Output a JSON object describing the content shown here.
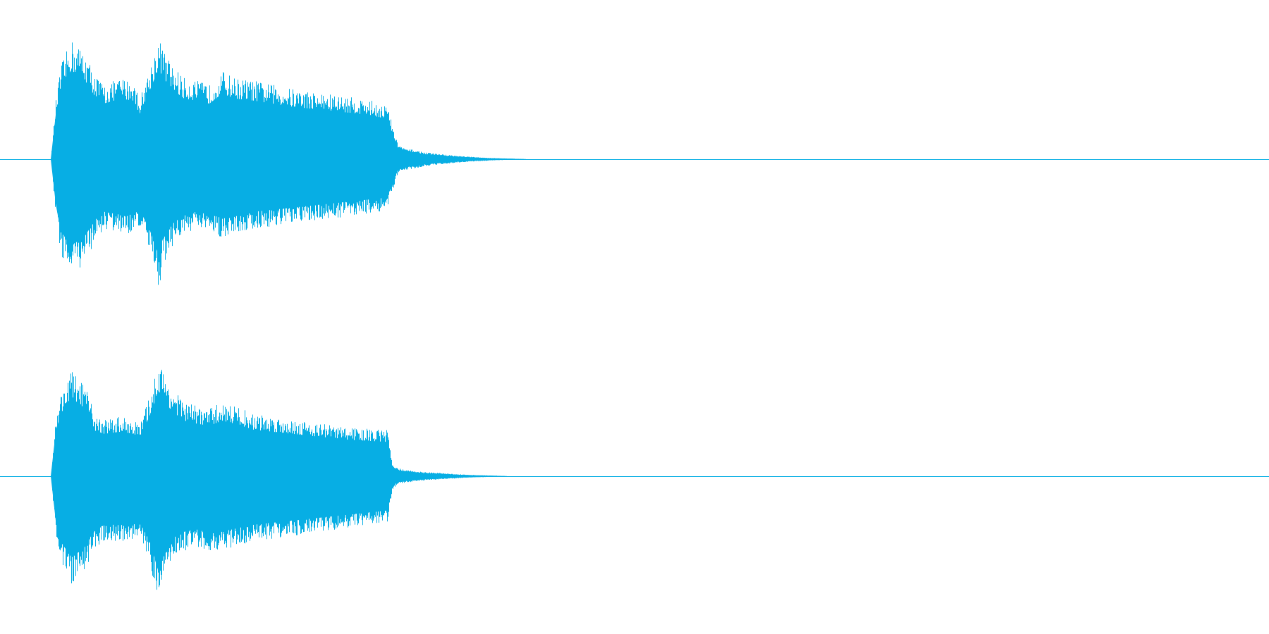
{
  "chart_data": {
    "type": "area",
    "waveform_color": "#07aee4",
    "axis_line_color": "#07aee4",
    "duration_fraction_shown": 1.0,
    "grid": false,
    "legend": "none",
    "series": [
      {
        "channel": 1,
        "envelope": {
          "t": [
            0.04,
            0.044,
            0.048,
            0.056,
            0.066,
            0.075,
            0.082,
            0.095,
            0.105,
            0.11,
            0.118,
            0.125,
            0.128,
            0.135,
            0.145,
            0.155,
            0.165,
            0.175,
            0.185,
            0.2,
            0.215,
            0.23,
            0.245,
            0.26,
            0.275,
            0.29,
            0.305,
            0.309,
            0.313,
            0.318,
            0.325,
            0.335,
            0.345,
            0.36,
            0.375,
            0.39,
            0.405,
            0.415
          ],
          "upper": [
            0.0,
            0.45,
            0.7,
            0.88,
            0.8,
            0.62,
            0.55,
            0.6,
            0.58,
            0.45,
            0.68,
            0.9,
            0.82,
            0.7,
            0.6,
            0.58,
            0.55,
            0.65,
            0.6,
            0.58,
            0.55,
            0.52,
            0.5,
            0.48,
            0.46,
            0.44,
            0.4,
            0.25,
            0.12,
            0.08,
            0.07,
            0.05,
            0.04,
            0.025,
            0.015,
            0.008,
            0.004,
            0.0
          ],
          "lower": [
            0.0,
            -0.45,
            -0.72,
            -0.85,
            -0.78,
            -0.6,
            -0.52,
            -0.55,
            -0.55,
            -0.5,
            -0.7,
            -0.95,
            -0.8,
            -0.65,
            -0.55,
            -0.52,
            -0.55,
            -0.58,
            -0.55,
            -0.52,
            -0.5,
            -0.48,
            -0.46,
            -0.44,
            -0.42,
            -0.4,
            -0.38,
            -0.25,
            -0.12,
            -0.08,
            -0.07,
            -0.05,
            -0.04,
            -0.025,
            -0.015,
            -0.008,
            -0.004,
            0.0
          ]
        }
      },
      {
        "channel": 2,
        "envelope": {
          "t": [
            0.04,
            0.044,
            0.048,
            0.056,
            0.066,
            0.075,
            0.082,
            0.095,
            0.105,
            0.11,
            0.118,
            0.125,
            0.128,
            0.135,
            0.145,
            0.155,
            0.165,
            0.175,
            0.185,
            0.2,
            0.215,
            0.23,
            0.245,
            0.26,
            0.275,
            0.29,
            0.305,
            0.309,
            0.313,
            0.318,
            0.325,
            0.335,
            0.345,
            0.36,
            0.375,
            0.39,
            0.4
          ],
          "upper": [
            0.0,
            0.45,
            0.62,
            0.78,
            0.68,
            0.45,
            0.42,
            0.44,
            0.42,
            0.38,
            0.6,
            0.85,
            0.78,
            0.65,
            0.55,
            0.52,
            0.5,
            0.55,
            0.52,
            0.46,
            0.44,
            0.42,
            0.4,
            0.38,
            0.36,
            0.35,
            0.34,
            0.1,
            0.06,
            0.05,
            0.04,
            0.03,
            0.025,
            0.015,
            0.008,
            0.004,
            0.0
          ],
          "lower": [
            0.0,
            -0.45,
            -0.65,
            -0.8,
            -0.72,
            -0.52,
            -0.48,
            -0.48,
            -0.48,
            -0.45,
            -0.65,
            -0.95,
            -0.8,
            -0.62,
            -0.55,
            -0.52,
            -0.55,
            -0.55,
            -0.52,
            -0.48,
            -0.46,
            -0.44,
            -0.42,
            -0.4,
            -0.38,
            -0.36,
            -0.34,
            -0.1,
            -0.06,
            -0.05,
            -0.04,
            -0.03,
            -0.025,
            -0.015,
            -0.008,
            -0.004,
            0.0
          ]
        }
      }
    ]
  }
}
